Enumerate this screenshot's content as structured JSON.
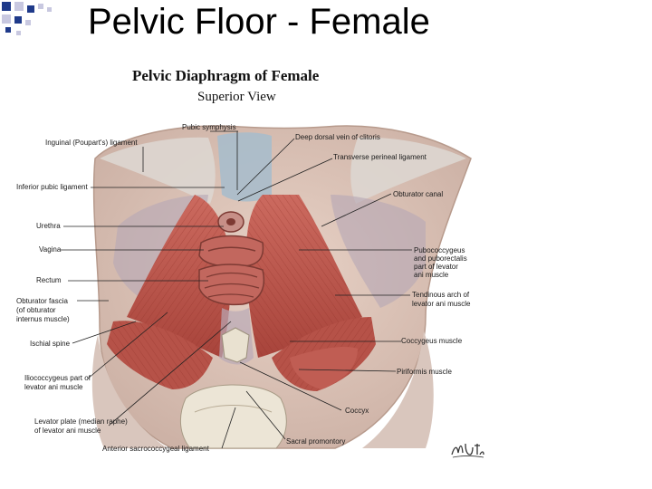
{
  "slide": {
    "title": "Pelvic Floor - Female"
  },
  "figure": {
    "title": "Pelvic Diaphragm of Female",
    "subtitle": "Superior View",
    "labels": {
      "pubic_symphysis": "Pubic symphysis",
      "inguinal_ligament": "Inguinal (Poupart's) ligament",
      "deep_dorsal_vein": "Deep dorsal vein of clitoris",
      "transverse_perineal_ligament": "Transverse perineal ligament",
      "inferior_pubic_ligament": "Inferior pubic ligament",
      "obturator_canal": "Obturator canal",
      "urethra": "Urethra",
      "vagina": "Vagina",
      "pubococcygeus_1": "Pubococcygeus",
      "pubococcygeus_2": "and puborectalis",
      "pubococcygeus_3": "part of levator",
      "pubococcygeus_4": "ani muscle",
      "rectum": "Rectum",
      "obturator_fascia_1": "Obturator fascia",
      "obturator_fascia_2": "(of obturator",
      "obturator_fascia_3": "internus muscle)",
      "tendinous_arch_1": "Tendinous arch of",
      "tendinous_arch_2": "levator ani muscle",
      "ischial_spine": "Ischial spine",
      "coccygeus": "Coccygeus muscle",
      "iliococcygeus_1": "Iliococcygeus part of",
      "iliococcygeus_2": "levator ani muscle",
      "piriformis": "Piriformis muscle",
      "coccyx": "Coccyx",
      "levator_plate_1": "Levator plate (median raphe)",
      "levator_plate_2": "of levator ani muscle",
      "sacral_promontory": "Sacral promontory",
      "anterior_sacrococcygeal": "Anterior sacrococcygeal ligament"
    }
  },
  "colors": {
    "muscle": "#c0574f",
    "muscle_dark": "#8f3028",
    "fascia": "#a9bccb",
    "tissue": "#e6cfc2",
    "bone": "#ece5d6",
    "deco_blue": "#1f3a8a"
  }
}
